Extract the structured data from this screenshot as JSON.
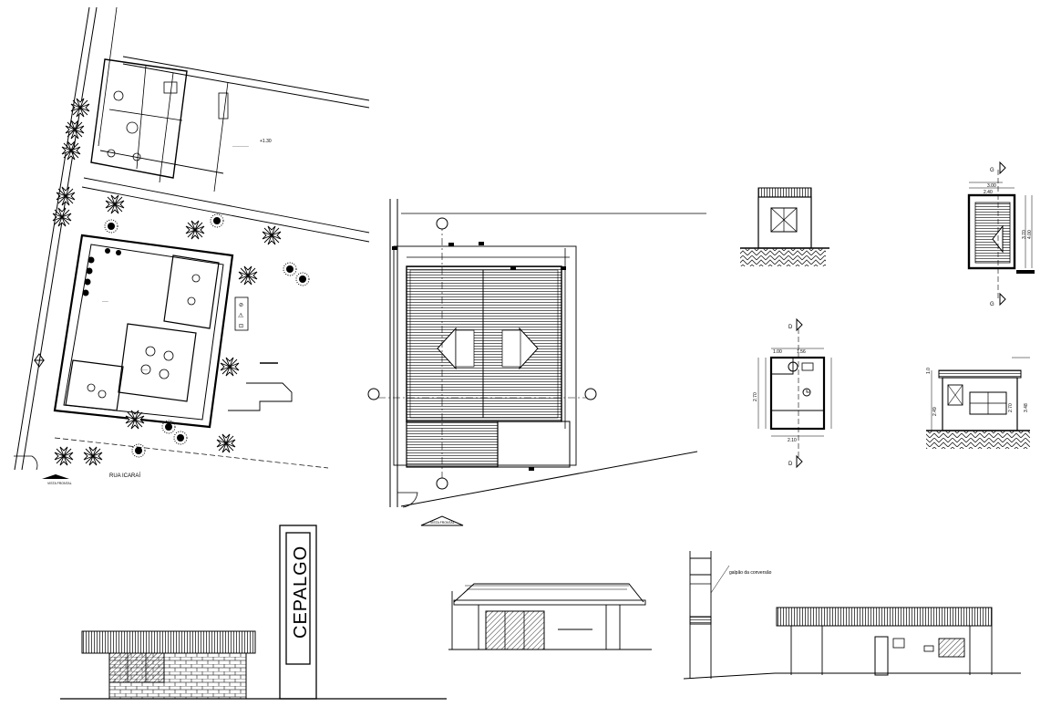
{
  "drawing": {
    "street_label": "RUA ICARAÍ",
    "title_left": "VISTA FRONTAL",
    "title_center": "VISTA FRONTAL",
    "sign_text": "CEPALGO",
    "site_note": "+1.30",
    "elevation_note": "galpão da conversão",
    "section_marks": {
      "g": "G",
      "d": "D"
    },
    "dimensions": {
      "guard_width_total": "3.00",
      "guard_width_inner": "2.40",
      "guard_depth": "4.00",
      "guard_depth_inner": "3.70",
      "plan_d_top_a": "1.00",
      "plan_d_top_b": "1.56",
      "plan_d_bottom": "2.10",
      "plan_d_side": "2.70",
      "sec_height_a": "2.49",
      "sec_height_b": "2.70",
      "sec_height_c": "3.48",
      "sec_top": "1.0"
    }
  },
  "colors": {
    "line": "#000000",
    "background": "#ffffff",
    "hatch": "#333333"
  }
}
